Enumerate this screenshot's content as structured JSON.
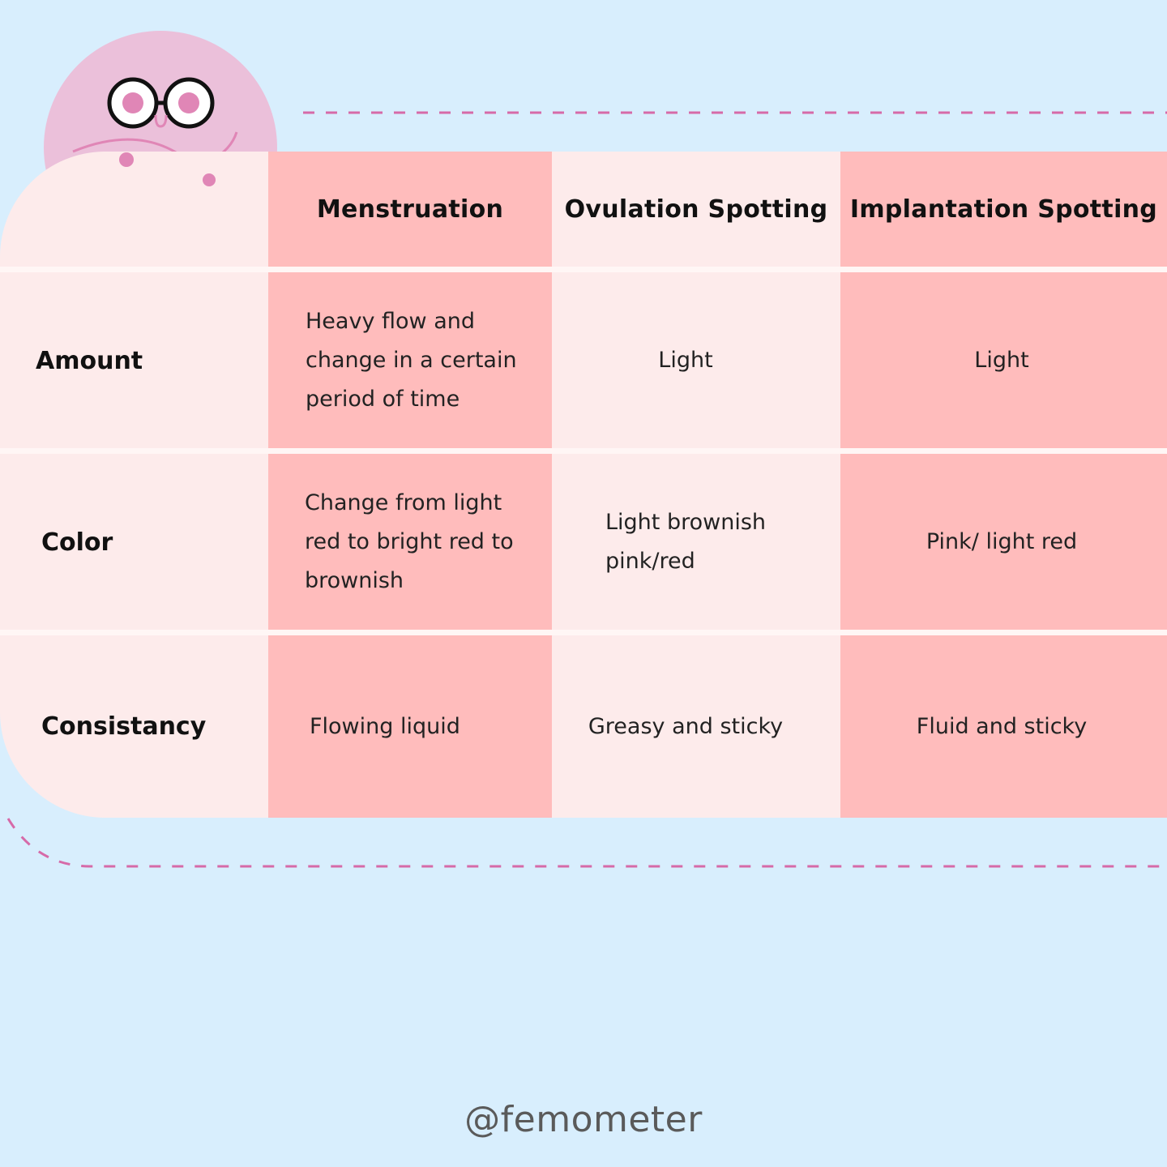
{
  "table": {
    "headers": [
      "Menstruation",
      "Ovulation Spotting",
      "Implantation Spotting"
    ],
    "rows": [
      {
        "label": "Amount",
        "cells": [
          [
            "Heavy flow and",
            "change in a certain",
            "period of time"
          ],
          [
            "Light"
          ],
          [
            "Light"
          ]
        ]
      },
      {
        "label": "Color",
        "cells": [
          [
            "Change from light",
            "red to bright red to",
            "brownish"
          ],
          [
            "Light brownish",
            "pink/red"
          ],
          [
            "Pink/ light red"
          ]
        ]
      },
      {
        "label": "Consistancy",
        "cells": [
          [
            "Flowing liquid"
          ],
          [
            "Greasy and sticky"
          ],
          [
            "Fluid and sticky"
          ]
        ]
      }
    ]
  },
  "footer": {
    "handle": "@femometer"
  },
  "colors": {
    "background": "#d8eefd",
    "light_pink": "#fdebeb",
    "salmon": "#ffbcbc",
    "mascot_pink": "#ebc0da",
    "accent_pink": "#e086b6",
    "dashed_line": "#d66aa8"
  },
  "icons": {
    "mascot": "pink-blob-mascot-with-glasses-icon"
  }
}
